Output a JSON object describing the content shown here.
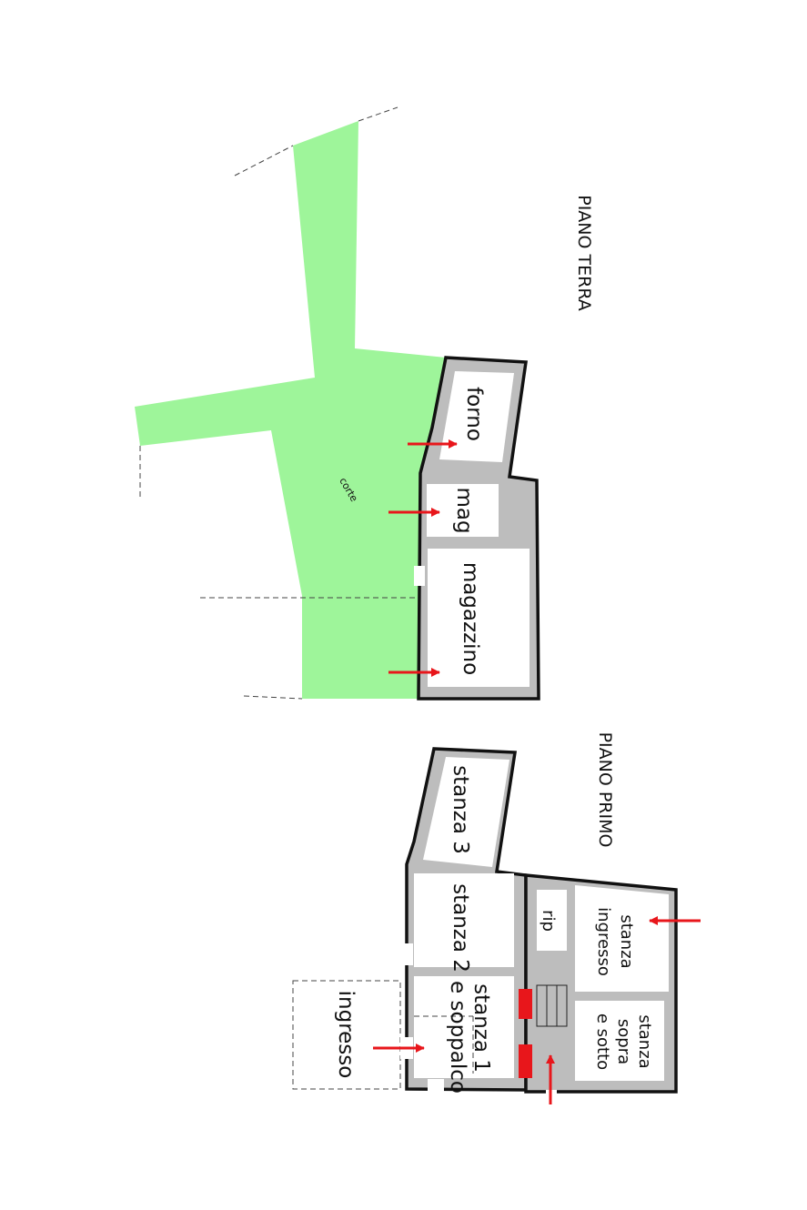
{
  "colors": {
    "courtyard": "#9ef59a",
    "walls": "#bdbdbd",
    "outline": "#111111",
    "arrows": "#e8161b"
  },
  "ground_floor": {
    "title": "PIANO TERRA",
    "courtyard_label": "corte",
    "rooms": {
      "forno": "forno",
      "mag": "mag",
      "magazzino": "magazzino"
    }
  },
  "first_floor": {
    "title": "PIANO PRIMO",
    "rooms": {
      "stanza3": "stanza 3",
      "stanza2": "stanza 2",
      "stanza1_line1": "stanza 1",
      "stanza1_line2": "e soppalco",
      "rip": "rip",
      "stanza_ingresso_line1": "stanza",
      "stanza_ingresso_line2": "ingresso",
      "sopra_line1": "stanza",
      "sopra_line2": "sopra",
      "sopra_line3": "e sotto",
      "ingresso": "ingresso"
    }
  },
  "icons": {
    "arrow": "entrance-arrow-icon",
    "stairs": "stairs-icon"
  }
}
